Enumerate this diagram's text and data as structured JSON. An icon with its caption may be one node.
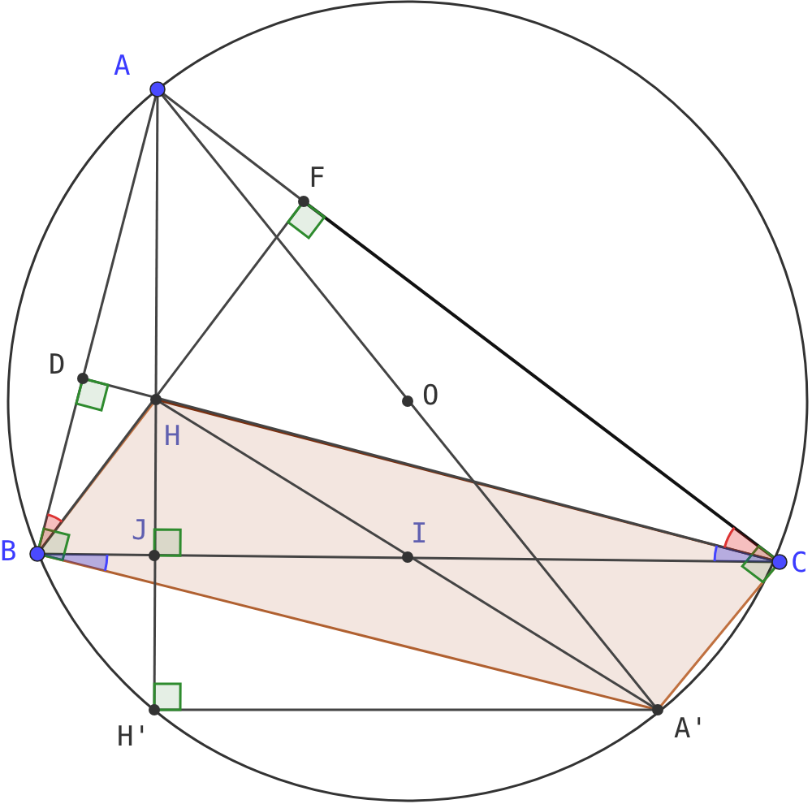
{
  "diagram": {
    "labels": [
      "A",
      "F",
      "D",
      "O",
      "H",
      "J",
      "I",
      "B",
      "C",
      "H'",
      "A'"
    ]
  }
}
